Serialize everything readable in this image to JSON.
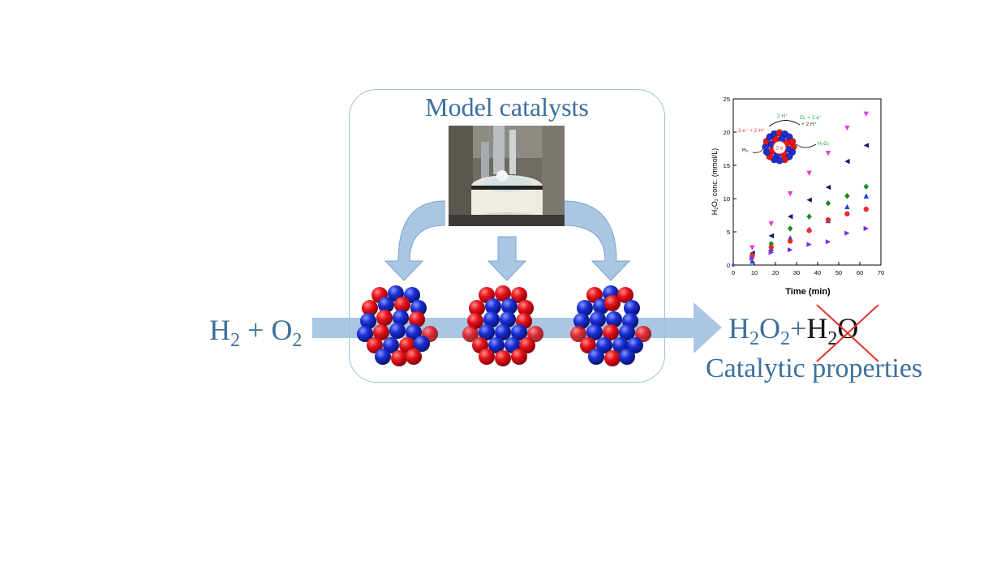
{
  "panel": {
    "title": "Model catalysts"
  },
  "reactants": {
    "h": "H",
    "h_sub": "2",
    "plus": " + ",
    "o": "O",
    "o_sub": "2"
  },
  "products": {
    "main_h": "H",
    "main_h_sub": "2",
    "main_o": "O",
    "main_o_sub": "2",
    "plus": "+",
    "crossed_h": "H",
    "crossed_h_sub": "2",
    "crossed_o": "O"
  },
  "caption": "Catalytic properties",
  "colors": {
    "text_blue": "#3d6f9c",
    "arrow_blue": "#a9c6e3",
    "panel_border": "#9cc0dd",
    "atom_red": "#e8141c",
    "atom_blue": "#1a2fd6",
    "cross_red": "#e0332c"
  },
  "inset": {
    "labels": [
      "2 H⁺",
      "O₂ + 2 e⁻",
      "+ 2 H⁺",
      "2 e⁻ + 2 H⁺",
      "H₂",
      "H₂O₂",
      "2 e"
    ]
  },
  "chart_data": {
    "type": "scatter",
    "xlabel": "Time (min)",
    "ylabel": "H₂O₂ conc. (mmol/L)",
    "xlim": [
      0,
      70
    ],
    "ylim": [
      0,
      25
    ],
    "xticks": [
      0,
      10,
      20,
      30,
      40,
      50,
      60,
      70
    ],
    "yticks": [
      0,
      5,
      10,
      15,
      20,
      25
    ],
    "series": [
      {
        "marker": "tri-down",
        "color": "#e53ae5",
        "x": [
          9,
          18,
          27,
          36,
          45,
          54,
          63
        ],
        "y": [
          2.6,
          6.2,
          10.7,
          13.8,
          16.8,
          20.6,
          22.7
        ]
      },
      {
        "marker": "tri-left",
        "color": "#16166e",
        "x": [
          9,
          18,
          27,
          36,
          45,
          54,
          63
        ],
        "y": [
          1.8,
          4.4,
          7.3,
          9.8,
          11.7,
          15.6,
          18.0
        ]
      },
      {
        "marker": "diamond",
        "color": "#1b8a1b",
        "x": [
          9,
          18,
          27,
          36,
          45,
          54,
          63
        ],
        "y": [
          1.5,
          3.2,
          5.5,
          7.3,
          9.3,
          10.4,
          11.8
        ]
      },
      {
        "marker": "tri-up",
        "color": "#1e3ee0",
        "x": [
          9,
          18,
          27,
          36,
          45,
          54,
          63
        ],
        "y": [
          0.6,
          2.5,
          4.1,
          5.4,
          6.7,
          8.8,
          10.4
        ]
      },
      {
        "marker": "circle",
        "color": "#e82b2b",
        "x": [
          9,
          18,
          27,
          36,
          45,
          54,
          63
        ],
        "y": [
          1.4,
          2.7,
          3.6,
          5.2,
          6.8,
          7.7,
          8.4
        ]
      },
      {
        "marker": "tri-right",
        "color": "#7a2ee0",
        "x": [
          9,
          18,
          27,
          36,
          45,
          54,
          63
        ],
        "y": [
          1.0,
          1.9,
          2.3,
          3.1,
          3.5,
          4.8,
          5.5
        ]
      }
    ]
  }
}
